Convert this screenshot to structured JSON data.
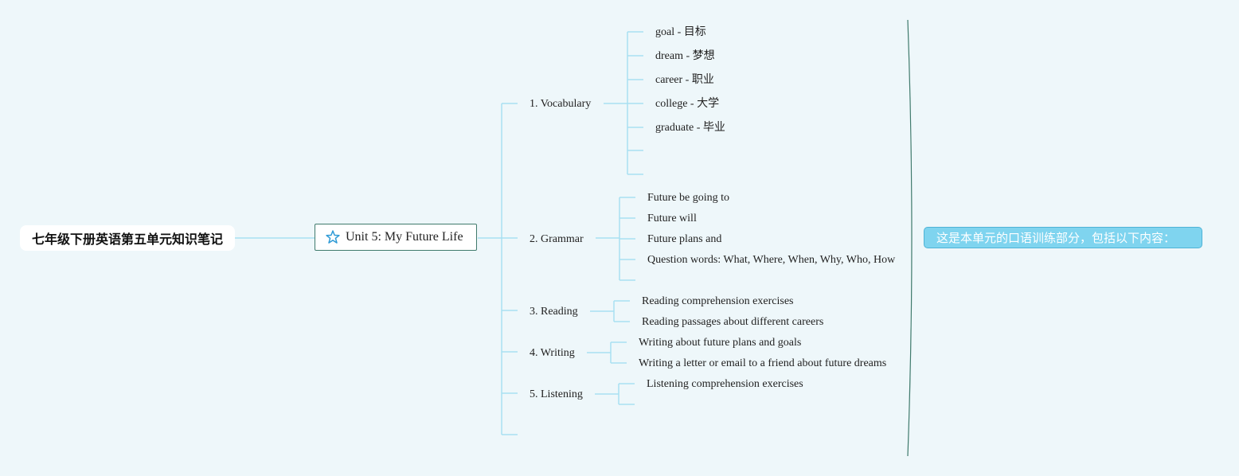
{
  "root": {
    "label": "七年级下册英语第五单元知识笔记"
  },
  "main": {
    "label": "Unit 5: My Future Life",
    "icon": "star-icon"
  },
  "branches": [
    {
      "label": "1. Vocabulary",
      "items": [
        "goal - 目标",
        "dream - 梦想",
        "career - 职业",
        "college - 大学",
        "graduate - 毕业",
        "",
        ""
      ]
    },
    {
      "label": "2. Grammar",
      "items": [
        "Future be going to",
        "Future will",
        "Future plans and",
        "Question words: What, Where, When, Why, Who, How",
        ""
      ]
    },
    {
      "label": "3. Reading",
      "items": [
        "Reading comprehension exercises",
        "Reading passages about different careers"
      ]
    },
    {
      "label": "4. Writing",
      "items": [
        "Writing about future plans and goals",
        "Writing a letter or email to a friend about future dreams"
      ]
    },
    {
      "label": "5. Listening",
      "items": [
        "Listening comprehension exercises",
        ""
      ]
    },
    {
      "label": "",
      "items": []
    }
  ],
  "summary": {
    "label": "这是本单元的口语训练部分，包括以下内容："
  },
  "colors": {
    "background": "#eef7fa",
    "line": "#a8e0f2",
    "summary_fill": "#7fd4ef",
    "main_border": "#3f7a6c",
    "brace": "#3f7a6c"
  }
}
